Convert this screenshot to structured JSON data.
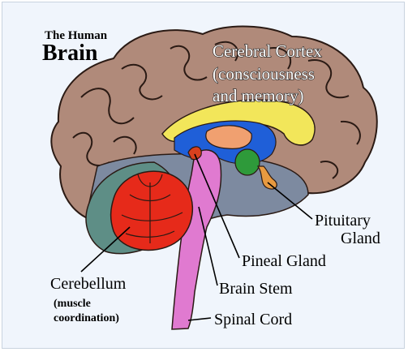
{
  "title": {
    "line1": "The Human",
    "line2": "Brain"
  },
  "labels": {
    "cortex": [
      "Cerebral Cortex",
      "(consciousness",
      "and memory)"
    ],
    "pituitary": [
      "Pituitary",
      "Gland"
    ],
    "pineal": "Pineal Gland",
    "cerebellum": "Cerebellum",
    "cerebellum_note": [
      "(muscle",
      "coordination)"
    ],
    "brain_stem": "Brain Stem",
    "spinal_cord": "Spinal Cord"
  },
  "colors": {
    "background": "#f0f5fc",
    "cortex": "#b08a7a",
    "inner_region": "#7d8aa0",
    "lower_region": "#5e8e86",
    "corpus": "#f2e65a",
    "thalamus": "#f0a070",
    "blue_core": "#1f5fd8",
    "green_body": "#2e9a3a",
    "cerebellum": "#e62a1a",
    "brain_stem": "#e07ad0",
    "pineal": "#d8401e",
    "pituitary": "#e89a40"
  }
}
